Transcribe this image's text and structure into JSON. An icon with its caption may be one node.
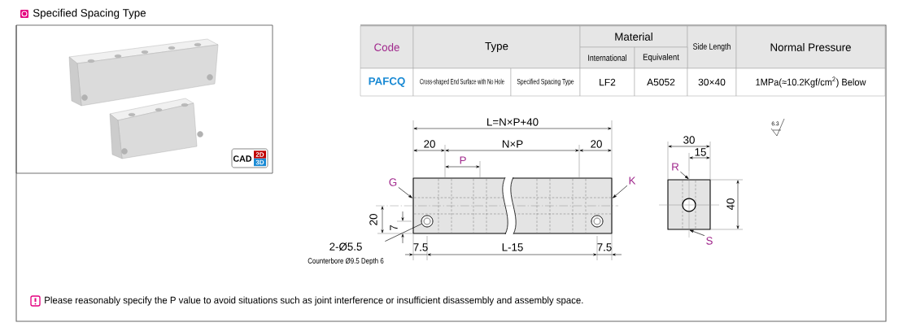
{
  "diagram": {
    "title": "Specified Spacing Type",
    "nodes": [
      {
        "text": [
          "G"
        ]
      },
      {
        "text": [
          "K"
        ]
      },
      {
        "text": [
          "R"
        ]
      },
      {
        "text": [
          "S"
        ]
      },
      {
        "text": [
          "2-Ø5.5",
          "Counterbore Ø9.5 Depth 6"
        ]
      },
      {
        "text": [],
        "shape": "box"
      },
      {
        "text": [],
        "shape": "box"
      },
      {
        "text": [],
        "shape": "circle",
        "in": 5
      },
      {
        "text": [],
        "shape": "circle",
        "in": 5
      }
    ],
    "edges": [
      {
        "from": 0,
        "to": 5,
        "arrow": "to"
      },
      {
        "from": 1,
        "to": 5,
        "arrow": "to"
      },
      {
        "from": 2,
        "to": 6,
        "arrow": "to"
      },
      {
        "from": 3,
        "to": 6,
        "arrow": "to"
      },
      {
        "from": 4,
        "to": 7,
        "arrow": "none"
      }
    ],
    "labels": [
      "L=N×P+40",
      "20",
      "N×P",
      "20",
      "P",
      "20",
      "7",
      "7.5",
      "L-15",
      "7.5",
      "30",
      "15",
      "40",
      "6.3",
      "Code",
      "Type",
      "Material",
      "Side Length",
      "Normal Pressure",
      "International",
      "Equivalent",
      "PAFCQ",
      "Cross-shaped End Surface with No Hole",
      "Specified Spacing Type",
      "LF2",
      "A5052",
      "30×40",
      "1MPa(≈10.2Kgf/cm$^{2}$) Below",
      "CAD",
      "2D",
      "3D",
      "Please reasonably specify the P value to avoid situations such as joint interference or insufficient disassembly and assembly space."
    ]
  }
}
